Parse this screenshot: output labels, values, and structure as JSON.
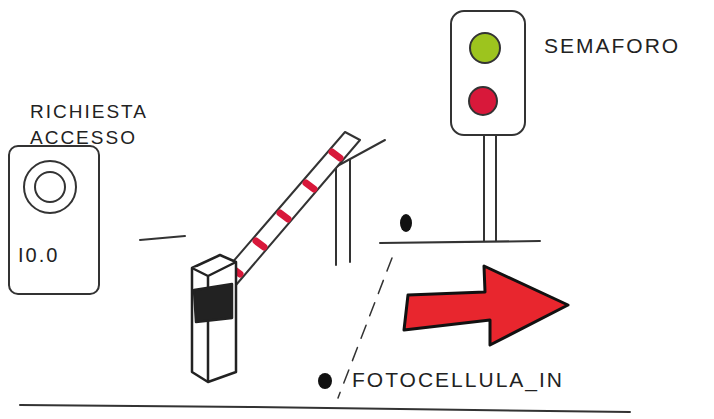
{
  "diagram": {
    "nodes": [
      {
        "text": [
          "RICHIESTA ACCESSO",
          "I0.0"
        ]
      },
      {
        "text": [
          "SEMAFORO"
        ]
      }
    ],
    "labels": [
      "FOTOCELLULA_IN"
    ]
  }
}
